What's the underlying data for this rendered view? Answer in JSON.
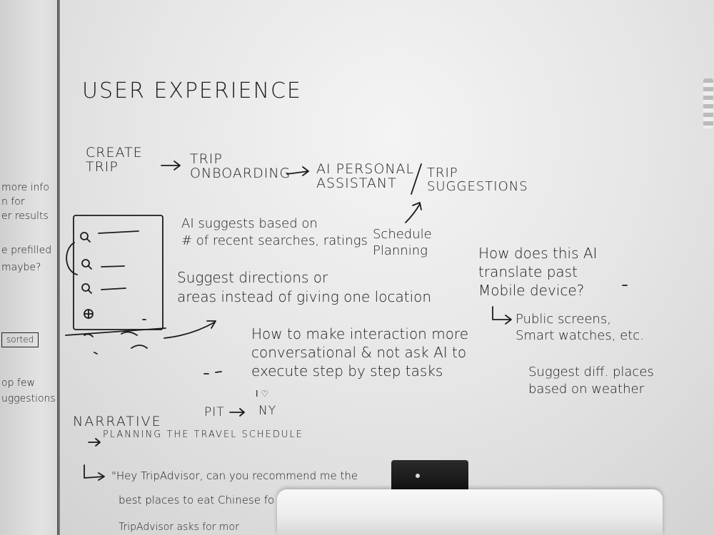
{
  "title": "USER EXPERIENCE",
  "flow": {
    "step1": "CREATE\nTRIP",
    "step2": "TRIP\nONBOARDING",
    "step3": "AI PERSONAL\nASSISTANT",
    "step4": "TRIP\nSUGGESTIONS",
    "schedule": "Schedule\nPlanning"
  },
  "notes": {
    "ai_suggests": "AI suggests based on\n# of recent searches, ratings",
    "directions": "Suggest directions or\nareas instead of giving one location",
    "conversational": "How to make interaction more\nconversational & not ask AI to\nexecute step by step tasks",
    "device": "How does this AI\ntranslate past\nMobile device?",
    "screens": "Public screens,\nSmart watches, etc.",
    "weather": "Suggest diff. places\nbased on weather"
  },
  "left_panel": {
    "line1": "more info",
    "line2": "n for",
    "line3": "er results",
    "line4": "e prefilled",
    "line5": "maybe?",
    "box": "sorted",
    "line6": "op few",
    "line7": "uggestions"
  },
  "narrative": {
    "heading": "NARRATIVE",
    "route_from": "PIT",
    "route_to": "NY",
    "route_mark": "I ♡",
    "subheading": "PLANNING THE TRAVEL SCHEDULE",
    "quote1": "\"Hey TripAdvisor, can you recommend me the",
    "quote2": "best places to eat Chinese fo",
    "quote3": "TripAdvisor asks for mor"
  }
}
